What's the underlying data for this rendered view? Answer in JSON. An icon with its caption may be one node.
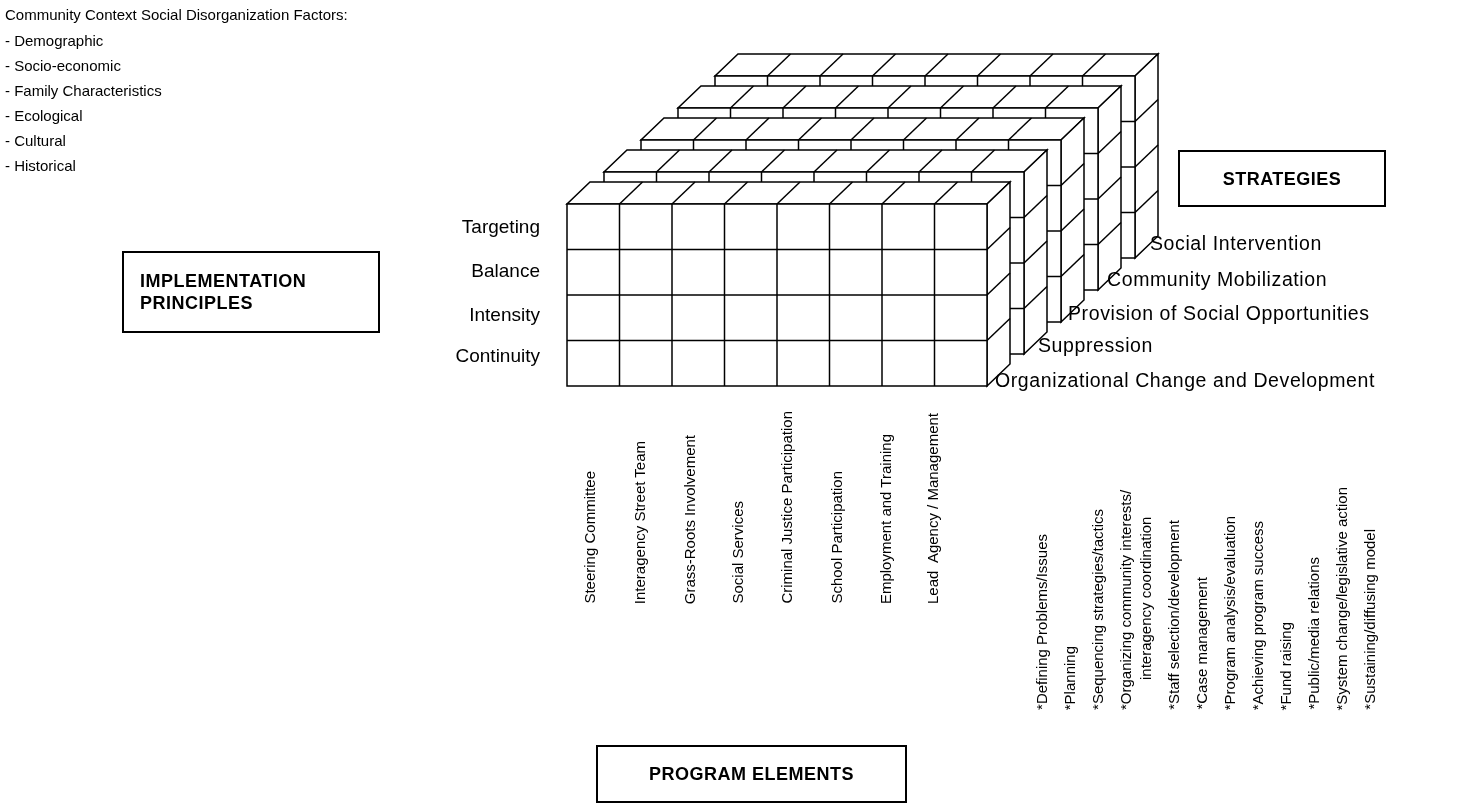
{
  "diagram": {
    "nodes": [
      {
        "text": [
          "STRATEGIES"
        ]
      },
      {
        "text": [
          "IMPLEMENTATION PRINCIPLES"
        ]
      },
      {
        "text": [
          "PROGRAM ELEMENTS"
        ]
      }
    ],
    "labels": [
      "Community Context Social Disorganization Factors:",
      "- Demographic",
      "- Socio-economic",
      "- Family Characteristics",
      "- Ecological",
      "- Cultural",
      "- Historical",
      "Targeting",
      "Balance",
      "Intensity",
      "Continuity",
      "Social Intervention",
      "Community Mobilization",
      "Provision of Social Opportunities",
      "Suppression",
      "Organizational Change and Development",
      "Steering Committee",
      "Interagency Street Team",
      "Grass-Roots Involvement",
      "Social Services",
      "Criminal Justice Participation",
      "School Participation",
      "Employment and Training",
      "Lead  Agency / Management",
      "*Defining Problems/Issues",
      "*Planning",
      "*Sequencing strategies/tactics",
      "*Organizing community interests/ interagency coordination",
      "*Staff selection/development",
      "*Case management",
      "*Program analysis/evaluation",
      "*Achieving program success",
      "*Fund raising",
      "*Public/media relations",
      "*System change/legislative action",
      "*Sustaining/diffusing model"
    ]
  }
}
